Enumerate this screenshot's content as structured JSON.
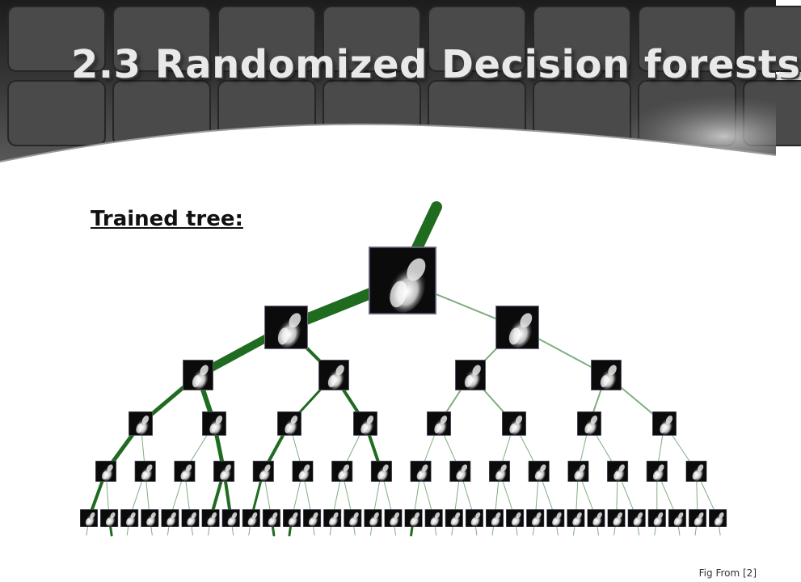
{
  "slide": {
    "title": "2.3 Randomized Decision forests",
    "section_label": "Trained tree:",
    "source_note": "Fig From [2]"
  },
  "colors": {
    "branch": "#1f6b1f",
    "branch_thin": "#7fae7f",
    "header_dark": "#2b2b2b",
    "title_text": "#e9e9e9"
  },
  "tree": {
    "levels": 6,
    "root_incoming_edge": true,
    "icon": "depth-image-thumbnail"
  }
}
